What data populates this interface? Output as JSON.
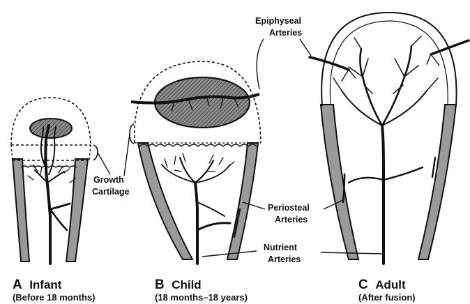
{
  "labels": {
    "growth_cartilage": [
      "Growth",
      "Cartilage"
    ],
    "epiphyseal_arteries": [
      "Epiphyseal",
      "Arteries"
    ],
    "periosteal_arteries": [
      "Periosteal",
      "Arteries"
    ],
    "nutrient_arteries": [
      "Nutrient",
      "Arteries"
    ]
  },
  "panels": [
    {
      "letter": "A",
      "name": "Infant",
      "subtitle": "(Before 18 months)"
    },
    {
      "letter": "B",
      "name": "Child",
      "subtitle": "(18 months–18 years)"
    },
    {
      "letter": "C",
      "name": "Adult",
      "subtitle": "(After fusion)"
    }
  ],
  "colors": {
    "ink": "#111111",
    "bone_shade": "#9a9a9a",
    "ossific_nucleus": "#8c8c8c",
    "background": "#ffffff"
  }
}
